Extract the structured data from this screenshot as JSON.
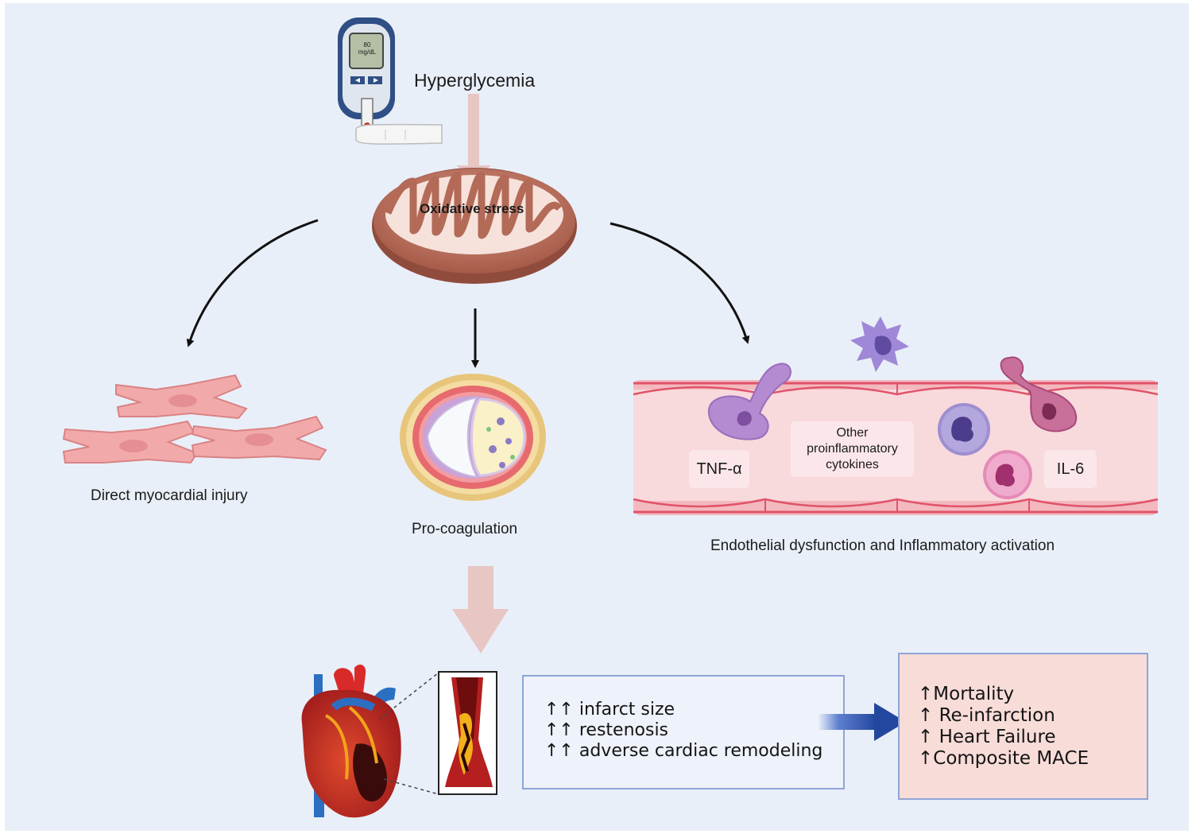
{
  "labels": {
    "hyperglycemia": "Hyperglycemia",
    "oxidative_stress": "Oxidative stress",
    "direct_injury": "Direct myocardial injury",
    "pro_coagulation": "Pro-coagulation",
    "endothelial": "Endothelial dysfunction and Inflammatory activation",
    "tnf": "TNF-α",
    "other_cytokines": [
      "Other",
      "proinflammatory",
      "cytokines"
    ],
    "il6": "IL-6",
    "glucometer_value": "80",
    "glucometer_unit": "mg/dL"
  },
  "effects_box": {
    "lines": [
      "↑↑ infarct size",
      "↑↑ restenosis",
      "↑↑ adverse cardiac remodeling"
    ]
  },
  "outcomes_box": {
    "lines": [
      "↑Mortality",
      "↑ Re-infarction",
      "↑ Heart Failure",
      "↑Composite MACE"
    ]
  },
  "colors": {
    "background": "#e9eff8",
    "arrow_pink": "#e7c6c4",
    "arrow_blue": "#2a4ea8",
    "mito_outer": "#b9705e",
    "vessel_wall": "#f2b8bd",
    "vessel_lumen": "#f8d9dc",
    "outcome_fill": "#f8dcd8"
  }
}
